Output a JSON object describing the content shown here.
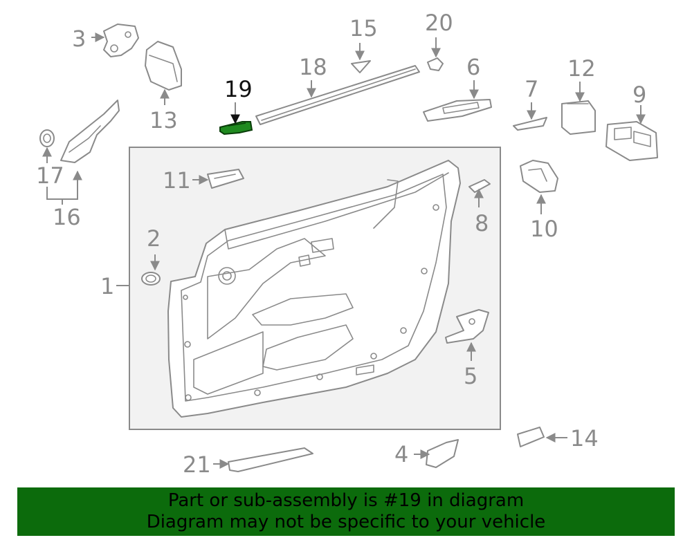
{
  "callouts": {
    "c1": "1",
    "c2": "2",
    "c3": "3",
    "c4": "4",
    "c5": "5",
    "c6": "6",
    "c7": "7",
    "c8": "8",
    "c9": "9",
    "c10": "10",
    "c11": "11",
    "c12": "12",
    "c13": "13",
    "c14": "14",
    "c15": "15",
    "c16": "16",
    "c17": "17",
    "c18": "18",
    "c19": "19",
    "c20": "20",
    "c21": "21"
  },
  "highlight": {
    "part": "19",
    "color": "#1f8a1f"
  },
  "banner": {
    "line1": "Part or sub-assembly is #19 in diagram",
    "line2": "Diagram may not be specific to your vehicle",
    "background": "#0c6b0c"
  }
}
